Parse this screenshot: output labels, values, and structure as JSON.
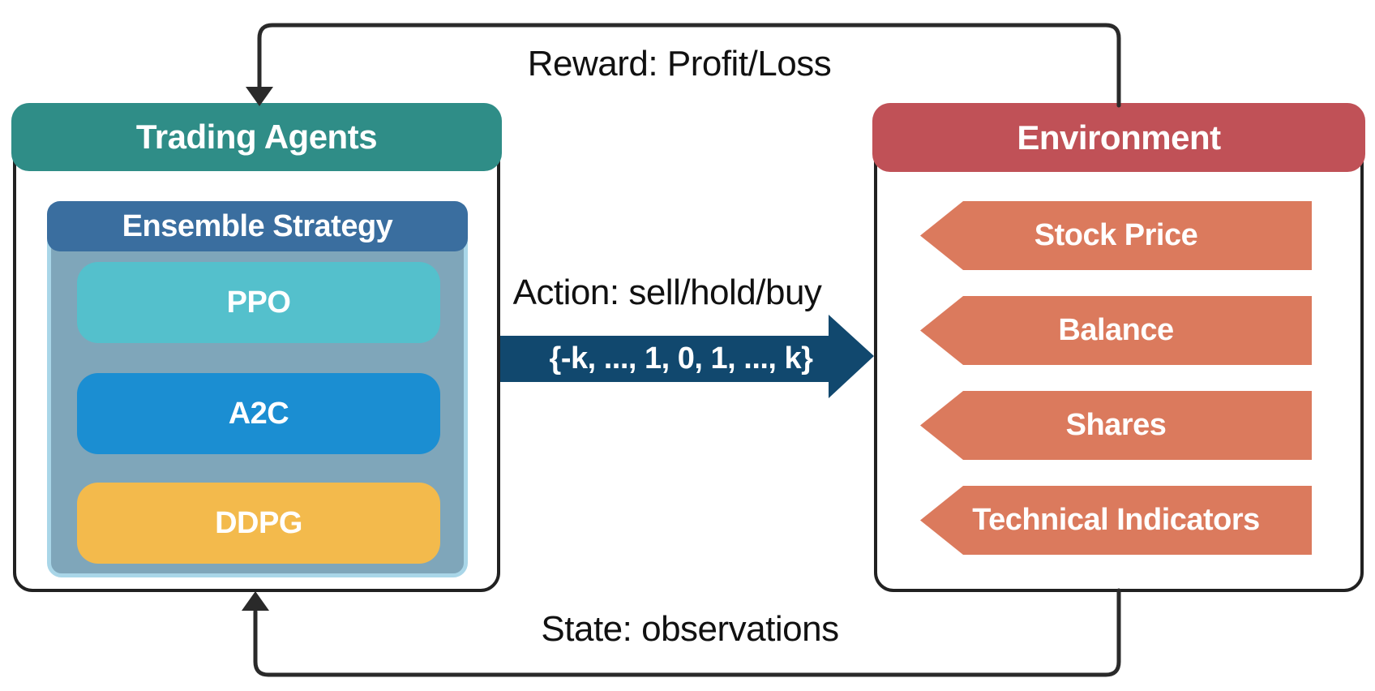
{
  "colors": {
    "teal": "#2F8D87",
    "steel": "#3A6E9F",
    "cyan": "#54C0CC",
    "blue": "#1B8ED2",
    "gold": "#F3BA4C",
    "panelFill": "#7FA6BA",
    "panelBorder": "#A9D6E8",
    "red": "#C05157",
    "coral": "#DB7A5D",
    "navy": "#11486E",
    "line": "#2A2A2A",
    "text": "#111111"
  },
  "trading_agents": {
    "title": "Trading Agents",
    "ensemble": {
      "title": "Ensemble Strategy",
      "agents": [
        "PPO",
        "A2C",
        "DDPG"
      ]
    }
  },
  "environment": {
    "title": "Environment",
    "observations": [
      "Stock Price",
      "Balance",
      "Shares",
      "Technical Indicators"
    ]
  },
  "flows": {
    "reward_label": "Reward: Profit/Loss",
    "action_label": "Action: sell/hold/buy",
    "action_set": "{-k, ..., 1, 0, 1, ..., k}",
    "state_label": "State: observations"
  }
}
